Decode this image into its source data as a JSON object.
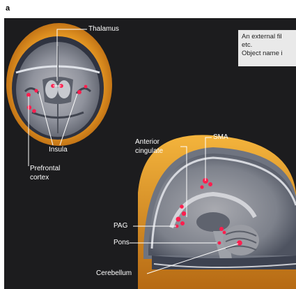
{
  "panel_label": "a",
  "labels": {
    "thalamus": "Thalamus",
    "insula": "Insula",
    "prefrontal_cortex_1": "Prefrontal",
    "prefrontal_cortex_2": "cortex",
    "anterior_cingulate_1": "Anterior",
    "anterior_cingulate_2": "cingulate",
    "sma": "SMA",
    "pag": "PAG",
    "pons": "Pons",
    "cerebellum": "Cerebellum"
  },
  "external_object": {
    "line1": "An external fil",
    "line2": "etc.",
    "line3": "Object name i"
  },
  "colors": {
    "background": "#1c1c1e",
    "skin": "#e89a24",
    "activation": "#ff1e4e",
    "label_line": "#ffffff"
  }
}
